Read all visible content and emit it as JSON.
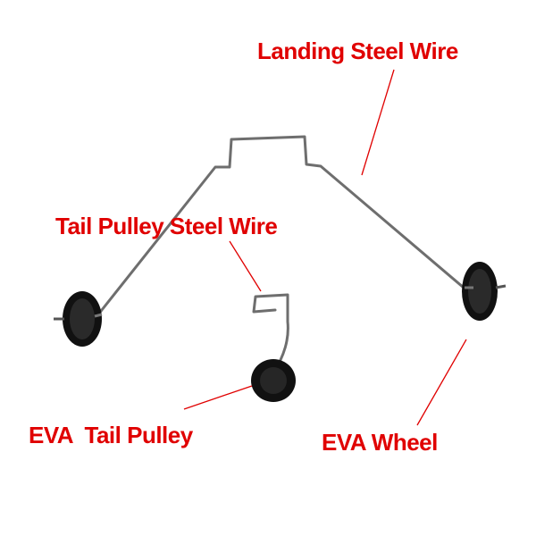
{
  "labels": {
    "landing_steel_wire": "Landing Steel Wire",
    "tail_pulley_steel_wire": "Tail Pulley Steel Wire",
    "eva_tail_pulley": "EVA  Tail Pulley",
    "eva_wheel": "EVA Wheel"
  },
  "colors": {
    "label_text": "#e00000",
    "leader_line": "#e00000",
    "wire": "#6e6e6e",
    "wheel": "#111111",
    "background": "#ffffff"
  }
}
